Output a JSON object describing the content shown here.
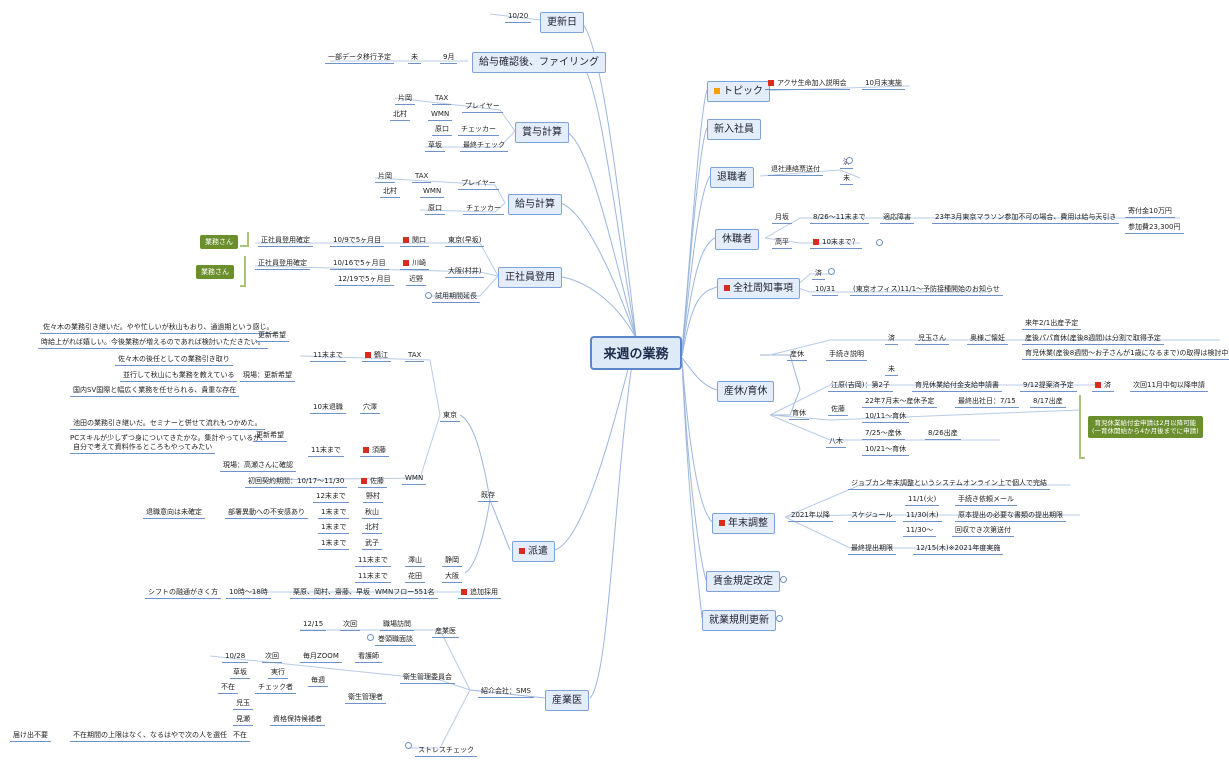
{
  "root": "来週の業務",
  "topics": {
    "update": "更新日",
    "payroll_check": "給与確認後、ファイリング",
    "bonus": "賞与計算",
    "salary": "給与計算",
    "fulltime": "正社員登用",
    "dispatch": "派遣",
    "occ_doctor": "産業医",
    "topic": "トピック",
    "new_hire": "新入社員",
    "retiree": "退職者",
    "leave": "休職者",
    "notice": "全社周知事項",
    "childcare": "産休/育休",
    "year_end": "年末調整",
    "wage_rule": "賃金規定改定",
    "work_rule": "就業規則更新"
  },
  "update": {
    "date": "10/20"
  },
  "payroll": {
    "a": "一部データ移行予定",
    "b": "未",
    "c": "9月"
  },
  "bonus": {
    "r1a": "片岡",
    "r1b": "TAX",
    "r2a": "北村",
    "r2b": "WMN",
    "player": "プレイヤー",
    "checker_name": "原口",
    "checker": "チェッカー",
    "final_name": "草坂",
    "final": "最終チェック"
  },
  "salary": {
    "r1a": "片岡",
    "r1b": "TAX",
    "r2a": "北村",
    "r2b": "WMN",
    "player": "プレイヤー",
    "checker_name": "原口",
    "checker": "チェッカー"
  },
  "fulltime": {
    "g1": "業務さん",
    "g2": "業務さん",
    "a1": "正社員登用確定",
    "a2": "10/9で5ヶ月目",
    "a3": "関口",
    "a4": "東京(早坂)",
    "b1": "正社員登用確定",
    "b2": "10/16で5ヶ月目",
    "b3": "川崎",
    "b4": "大阪(村井)",
    "c2": "12/19で5ヶ月目",
    "c3": "近野",
    "trial": "試用期間延長"
  },
  "dispatch": {
    "n1": "佐々木の業務引き継いだ。やや忙しいが秋山もおり、通過期という感じ。",
    "n2": "時給上がれば嬉しい。今後業務が増えるのであれば検討いただきたい。",
    "wish": "更新希望",
    "n3": "佐々木の後任としての業務引き取り",
    "n4": "並行して秋山にも業務を教えている",
    "site1": "現場：更新希望",
    "n5": "国内SV国際と幅広く業務を任せられる、貴重な存在",
    "until11": "11末まで",
    "tsuruta": "鶴江",
    "tax": "TAX",
    "end10": "10末退職",
    "anazawa": "穴澤",
    "n6": "池田の業務引き継いだ。セミナーと併せて流れもつかめた。",
    "wish2": "更新希望",
    "n7a": "PCスキルが少しずつ身についてきたかな。集計やっているが、",
    "n7b": "自分で考えて資料作るところもやってみたい",
    "until11b": "11末まで",
    "sudo": "須藤",
    "site2": "現場：高瀬さんに確認",
    "wmn": "WMN",
    "tokyo": "東京",
    "first": "初回契約期間：10/17～11/30",
    "saito": "佐藤",
    "until12": "12末まで",
    "noma": "野村",
    "retire": "退職意向は未確定",
    "dept": "部署異動への不安感あり",
    "end1": "1末まで",
    "akiyama": "秋山",
    "end1b": "1末まで",
    "kitamura": "北村",
    "end1c": "1末まで",
    "takeko": "武子",
    "existing": "既存",
    "until11c": "11末まで",
    "sawayama": "澤山",
    "shizuoka": "静岡",
    "until11d": "11末まで",
    "hanada": "花田",
    "osaka": "大阪",
    "shift": "シフトの融通がきく方",
    "time": "10時～18時",
    "names": "栗原、岡村、齋藤、早坂",
    "wmnfr": "WMNフロー551名",
    "add": "追加採用"
  },
  "occ": {
    "d1": "12/15",
    "d2": "次回",
    "d3": "職場訪問",
    "d4": "巻頭職面談",
    "doc": "産業医",
    "d5": "10/28",
    "d6": "次回",
    "d7": "毎月ZOOM",
    "nurse": "看護師",
    "k1": "草坂",
    "k2": "実行",
    "k3": "不在",
    "k4": "チェック者",
    "k5": "毎週",
    "mgr": "衛生管理者",
    "k6": "児玉",
    "k7": "見瀬",
    "k8": "資格保持候補者",
    "k9": "届け出不要",
    "k10": "不在期間の上限はなく、なるはやで次の人を選任",
    "k11": "不在",
    "committee": "衛生管理委員会",
    "company": "紹介会社：SMS",
    "stress": "ストレスチェック"
  },
  "topic": {
    "t1": "アクサ生命加入説明会",
    "t2": "10月末実施"
  },
  "retiree": {
    "r1": "退社連絡票送付",
    "r2": "済",
    "r3": "未"
  },
  "leave": {
    "a1": "月坂",
    "a2": "8/26～11末まで",
    "a3": "適応障害",
    "a4": "23年3月東京マラソン参加不可の場合、費用は給与天引き",
    "a5": "寄付金10万円",
    "a6": "参加費23,300円",
    "b1": "高平",
    "b2": "10末まで？"
  },
  "notice": {
    "n1": "済",
    "n2": "10/31",
    "n3": "(東京オフィス)11/1～予防接種開始のお知らせ"
  },
  "child": {
    "c1": "産休",
    "c2": "手続き説明",
    "c3": "済",
    "c4": "児玉さん",
    "c5": "奥様ご懐妊",
    "c6": "来年2/1出産予定",
    "c7": "産後パパ育休(産後8週間)は分割で取得予定",
    "c8": "育児休業(産後8週間～お子さんが1歳になるまで)の取得は検討中",
    "c9": "未",
    "d1": "江原(吉岡)：第2子",
    "d2": "育児休業給付金支給申請書",
    "d3": "9/12提案済予定",
    "d4": "済",
    "d5": "次回11月中旬以降申請",
    "care": "育休",
    "e1": "佐藤",
    "e2": "22年7月末～産休予定",
    "e3": "最終出社日：7/15",
    "e4": "8/17出産",
    "e5": "10/11～育休",
    "f1": "八木",
    "f2": "7/25～産休",
    "f3": "8/26出産",
    "f4": "10/21～育休",
    "note1": "育児休業給付金申請は2月以降可能",
    "note2": "(一育休開始から4か月後までに申請)"
  },
  "year": {
    "y1": "2021年以降",
    "y2": "ジョブカン年末調整というシステム",
    "y3": "オンライン上で個人で完結",
    "y4": "スケジュール",
    "y5": "11/1(火)",
    "y6": "手続き依頼メール",
    "y7": "11/30(木)",
    "y8": "原本提出の必要な書類の提出期限",
    "y9": "11/30～",
    "y10": "回収でき次第送付",
    "y11": "最終提出期限",
    "y12": "12/15(木)※2021年度実施"
  }
}
